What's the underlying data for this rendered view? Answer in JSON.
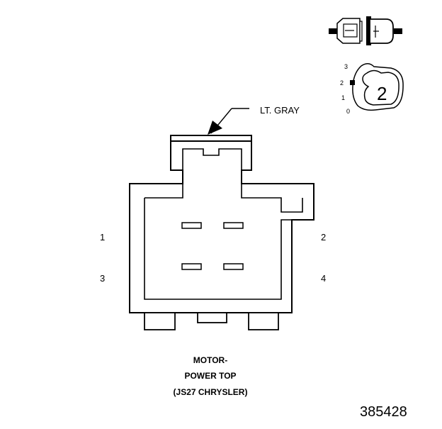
{
  "callout": {
    "color_label": "LT. GRAY"
  },
  "pins": {
    "pin_1": "1",
    "pin_2": "2",
    "pin_3": "3",
    "pin_4": "4"
  },
  "caption": {
    "line_1": "MOTOR-",
    "line_2": "POWER TOP",
    "line_3": "(JS27 CHRYSLER)"
  },
  "figure_number": "385428",
  "position_indicator": {
    "labels": [
      "3",
      "2",
      "1",
      "0"
    ],
    "selected_position": "2"
  },
  "icons": {
    "connector_mating": "connector-mating-icon",
    "position_selector": "position-selector-icon"
  },
  "colors": {
    "line": "#000000",
    "background": "#ffffff"
  }
}
